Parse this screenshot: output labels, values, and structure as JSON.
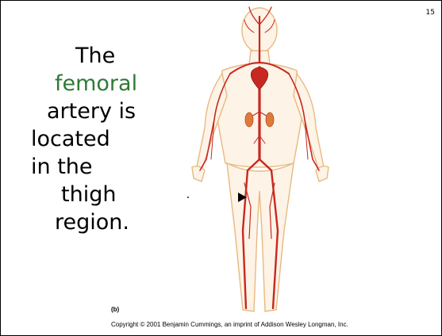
{
  "slide": {
    "number": "15",
    "text_lines": {
      "line1": "The",
      "line2_highlight": "femoral",
      "line3": "artery is",
      "line4": "located",
      "line5": "in the",
      "line6": "thigh",
      "line7": "region."
    },
    "colors": {
      "highlight": "#2f7a34",
      "artery": "#c8281f",
      "skin_outline": "#e6b77a"
    },
    "figure": {
      "label": "(b)",
      "copyright": "Copyright © 2001 Benjamin Cummings, an imprint of Addison Wesley Longman, Inc."
    }
  }
}
